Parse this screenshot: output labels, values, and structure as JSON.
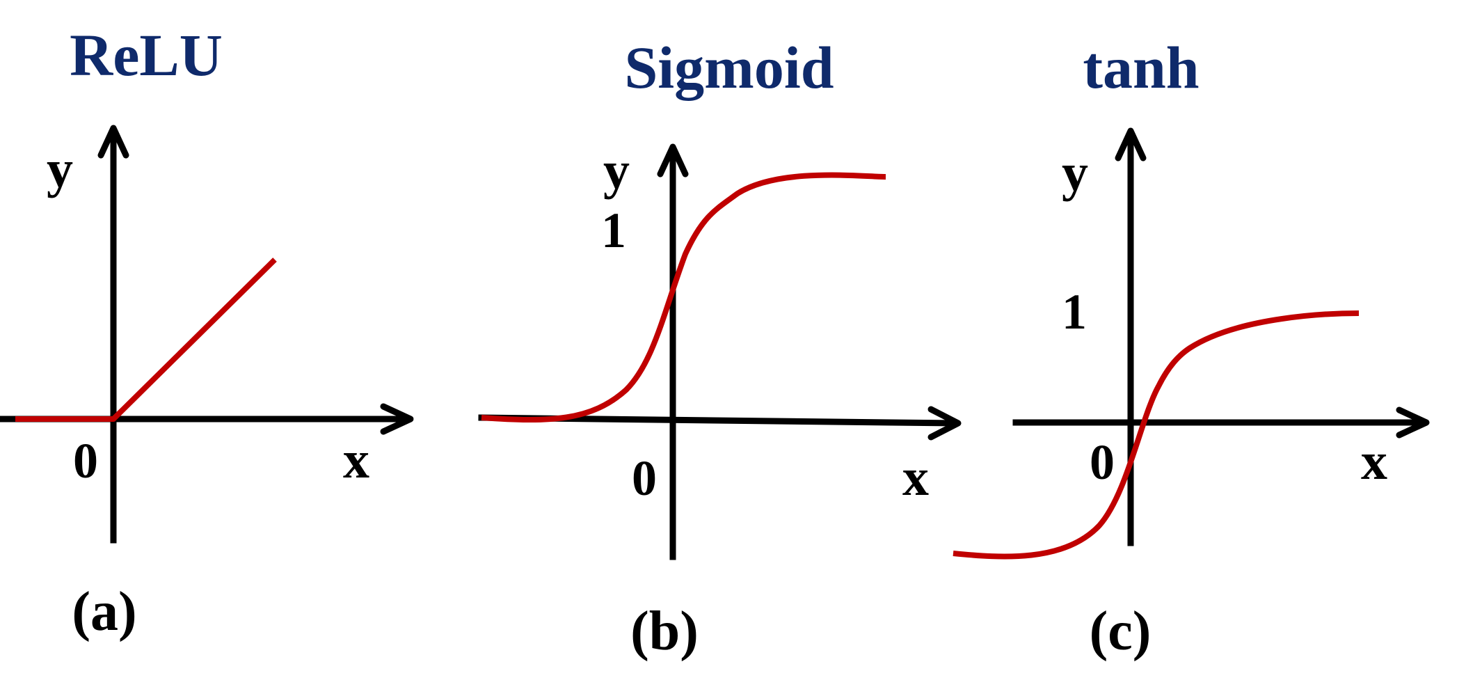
{
  "colors": {
    "title": "#0f2a6b",
    "curve": "#c00000",
    "axis": "#000000",
    "text": "#000000"
  },
  "panels": [
    {
      "id": "relu",
      "title": "ReLU",
      "y_label": "y",
      "x_label": "x",
      "origin_label": "0",
      "one_label": "",
      "caption": "(a)",
      "function": "relu"
    },
    {
      "id": "sigmoid",
      "title": "Sigmoid",
      "y_label": "y",
      "x_label": "x",
      "origin_label": "0",
      "one_label": "1",
      "caption": "(b)",
      "function": "sigmoid"
    },
    {
      "id": "tanh",
      "title": "tanh",
      "y_label": "y",
      "x_label": "x",
      "origin_label": "0",
      "one_label": "1",
      "caption": "(c)",
      "function": "tanh"
    }
  ]
}
